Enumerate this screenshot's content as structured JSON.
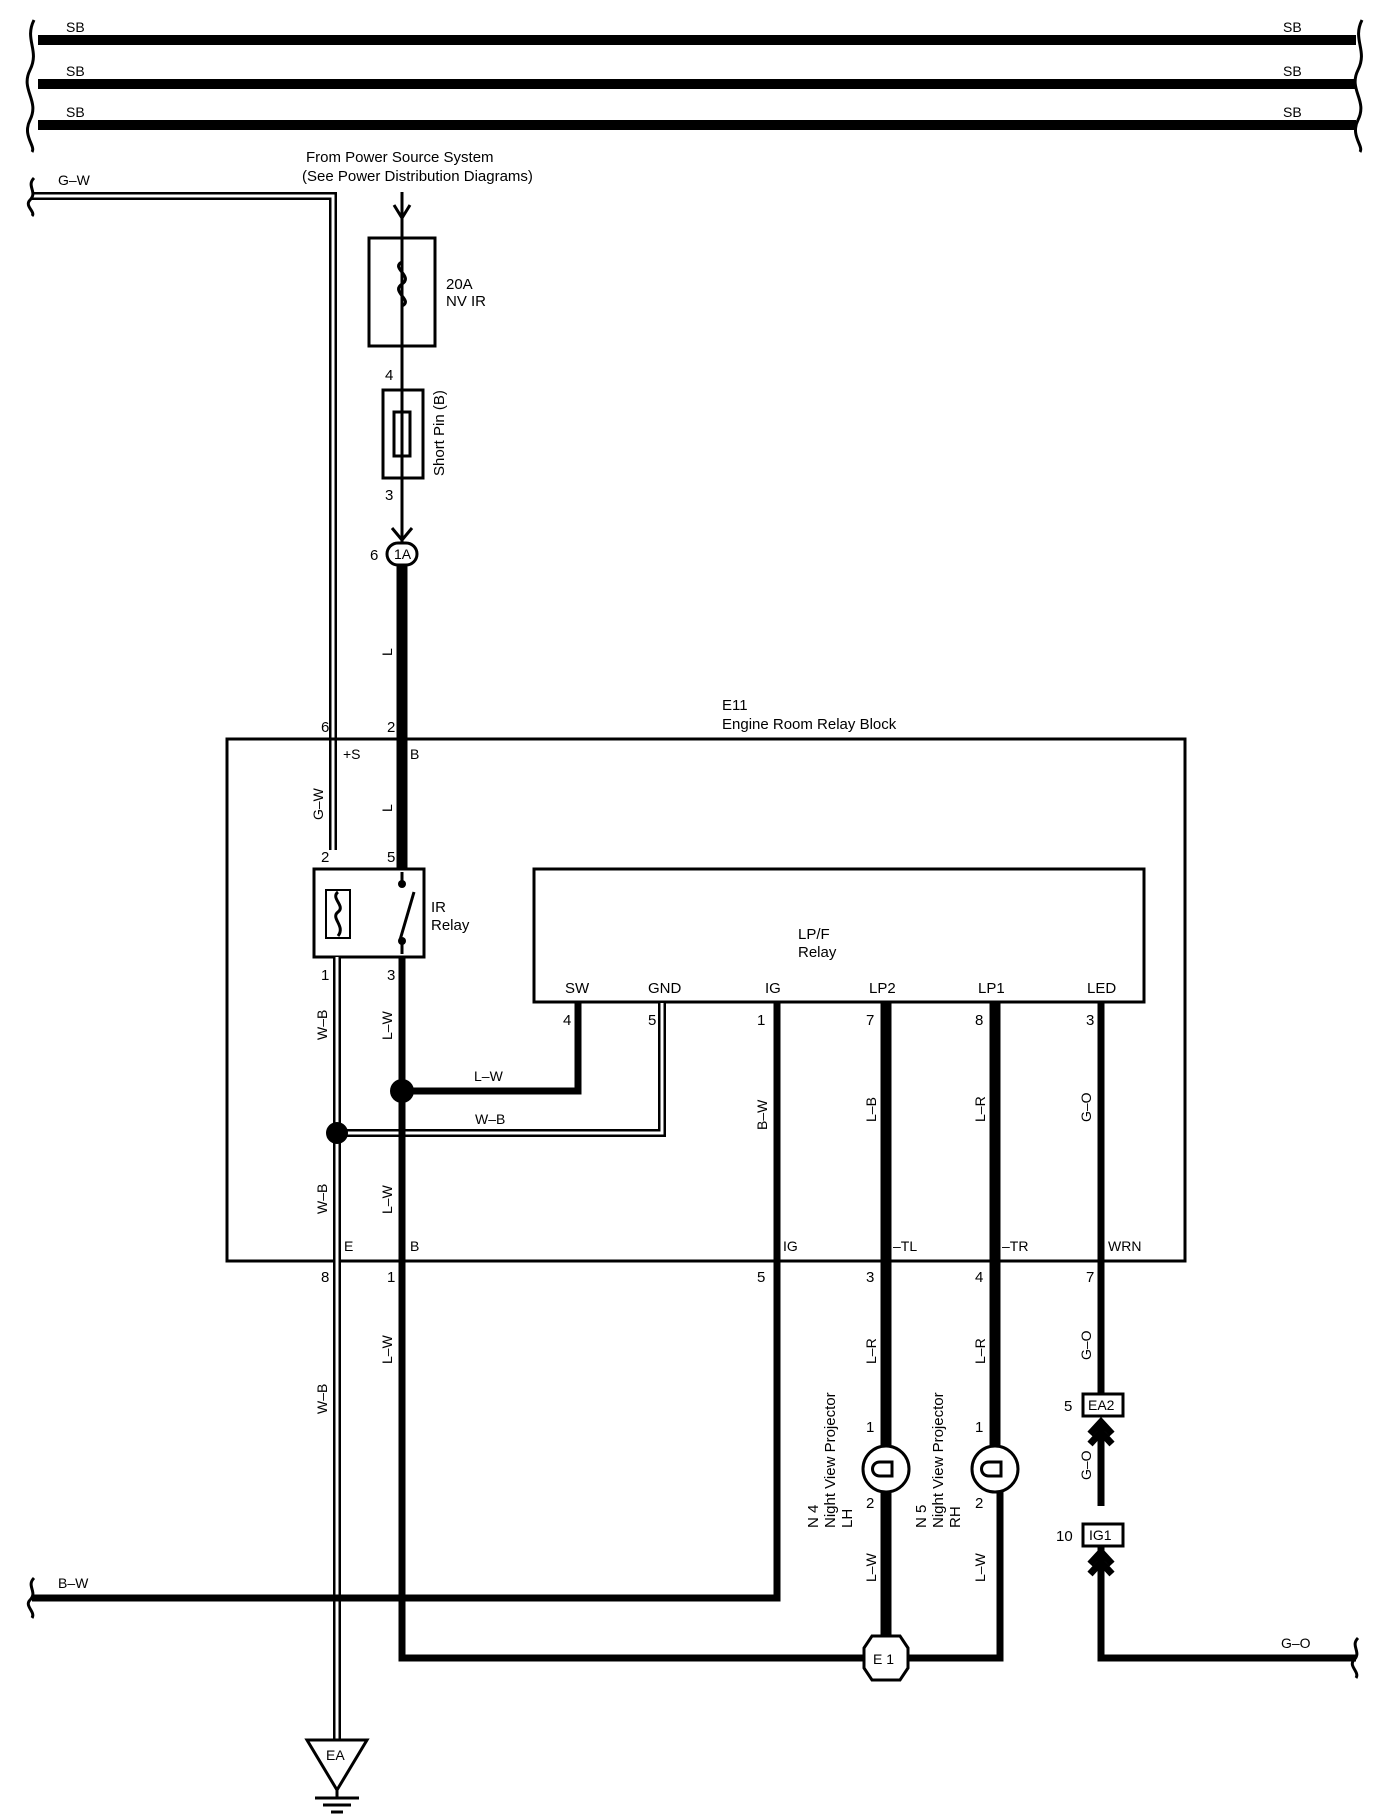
{
  "ground_bus": {
    "lines": [
      {
        "left_label": "SB",
        "right_label": "SB"
      },
      {
        "left_label": "SB",
        "right_label": "SB"
      },
      {
        "left_label": "SB",
        "right_label": "SB"
      }
    ]
  },
  "power_source": {
    "line1": "From Power Source System",
    "line2": "(See Power Distribution Diagrams)"
  },
  "fuse": {
    "rating": "20A",
    "name": "NV IR"
  },
  "short_pin": {
    "label": "Short Pin (B)",
    "pin_top": "4",
    "pin_bottom": "3"
  },
  "connector_1a": {
    "pin": "6",
    "label": "1A"
  },
  "relay_block": {
    "id": "E11",
    "name": "Engine Room Relay Block",
    "top_pins": {
      "left": "6",
      "right": "2"
    },
    "top_terminals": {
      "left": "+S",
      "right": "B"
    },
    "bottom_pins": [
      "8",
      "1",
      "5",
      "3",
      "4",
      "7"
    ],
    "bottom_terminals": [
      "E",
      "B",
      "IG",
      "–TL",
      "–TR",
      "WRN"
    ]
  },
  "ir_relay": {
    "line1": "IR",
    "line2": "Relay",
    "pins": {
      "top_left": "2",
      "top_right": "5",
      "bottom_left": "1",
      "bottom_right": "3"
    }
  },
  "lpf_relay": {
    "line1": "LP/F",
    "line2": "Relay",
    "terminals": [
      "SW",
      "GND",
      "IG",
      "LP2",
      "LP1",
      "LED"
    ],
    "pins": [
      "4",
      "5",
      "1",
      "7",
      "8",
      "3"
    ]
  },
  "wire_colors": {
    "gw": "G–W",
    "l": "L",
    "wb": "W–B",
    "lw": "L–W",
    "bw": "B–W",
    "lb": "L–B",
    "lr": "L–R",
    "go": "G–O"
  },
  "projectors": {
    "lh": {
      "id": "N 4",
      "line1": "Night View Projector",
      "line2": "LH",
      "pin_top": "1",
      "pin_bottom": "2"
    },
    "rh": {
      "id": "N 5",
      "line1": "Night View Projector",
      "line2": "RH",
      "pin_top": "1",
      "pin_bottom": "2"
    }
  },
  "connectors": {
    "ea2": {
      "pin": "5",
      "label": "EA2"
    },
    "ig1": {
      "pin": "10",
      "label": "IG1"
    }
  },
  "ground_points": {
    "e1": "E 1",
    "ea": "EA"
  }
}
